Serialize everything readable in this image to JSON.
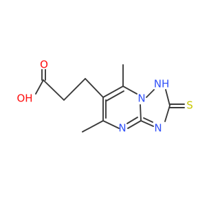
{
  "molecule": {
    "colors": {
      "bond": "#3a3a3a",
      "O": "#ff0d0d",
      "N": "#3050f8",
      "S": "#c8c800",
      "background": "#ffffff"
    },
    "atom_labels": {
      "O_carbonyl": "O",
      "OH": "OH",
      "NH": "NH",
      "N_bridgehead": "N",
      "N_pyrimidine": "N",
      "N_triazole": "N",
      "S": "S"
    }
  }
}
